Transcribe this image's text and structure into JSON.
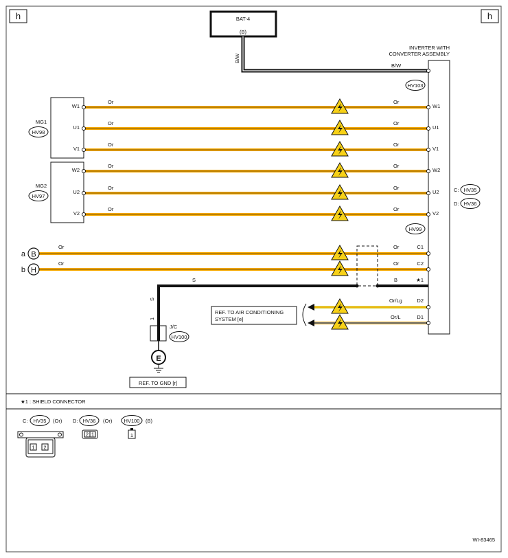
{
  "page_label": "h",
  "battery": {
    "name": "BAT-4",
    "pin": "(B)",
    "wire": "B/W"
  },
  "inverter": {
    "title_line1": "INVERTER WITH",
    "title_line2": "CONVERTER ASSEMBLY",
    "wire": "B/W",
    "connector_top": "HV103",
    "connector_bottom": "HV99"
  },
  "mg1": {
    "name": "MG1",
    "connector": "HV98"
  },
  "mg2": {
    "name": "MG2",
    "connector": "HV97"
  },
  "phase_lines": [
    {
      "pin": "W1",
      "wire": "Or"
    },
    {
      "pin": "U1",
      "wire": "Or"
    },
    {
      "pin": "V1",
      "wire": "Or"
    },
    {
      "pin": "W2",
      "wire": "Or"
    },
    {
      "pin": "U2",
      "wire": "Or"
    },
    {
      "pin": "V2",
      "wire": "Or"
    }
  ],
  "side_connectors": {
    "c_label": "C:",
    "c": "HV35",
    "d_label": "D:",
    "d": "HV36"
  },
  "bus_lines": [
    {
      "tag": "a",
      "node": "B",
      "wire": "Or",
      "pin": "C1",
      "wire_right": "Or"
    },
    {
      "tag": "b",
      "node": "H",
      "wire": "Or",
      "pin": "C2",
      "wire_right": "Or"
    }
  ],
  "shield": {
    "wire_left": "S",
    "wire_right": "B",
    "pin": "★1",
    "vertical_wire": "S",
    "jc_pin": "1",
    "jc_label": "J/C",
    "jc_connector": "HV100"
  },
  "ac_lines": [
    {
      "wire": "Or/Lg",
      "pin": "D2"
    },
    {
      "wire": "Or/L",
      "pin": "D1"
    }
  ],
  "ac_ref": {
    "line1": "REF. TO AIR CONDITIONING",
    "line2": "SYSTEM [e]"
  },
  "ground": {
    "symbol": "E",
    "ref": "REF. TO GND [r]"
  },
  "footnote": "★1  : SHIELD CONNECTOR",
  "legend": [
    {
      "prefix": "C:",
      "connector": "HV35",
      "color": "(Or)"
    },
    {
      "prefix": "D:",
      "connector": "HV36",
      "color": "(Or)"
    },
    {
      "prefix": "",
      "connector": "HV100",
      "color": "(B)"
    }
  ],
  "pin_labels": {
    "c_pins": [
      "1",
      "2"
    ],
    "d_pins": [
      "2",
      "1"
    ],
    "jc_pins": [
      "1"
    ]
  },
  "figure_id": "WI-83465",
  "colors": {
    "orange": "#F5A800",
    "black": "#111111",
    "warning": "#F7D117",
    "lime": "#D9D94A",
    "blue": "#3A5DA8"
  }
}
